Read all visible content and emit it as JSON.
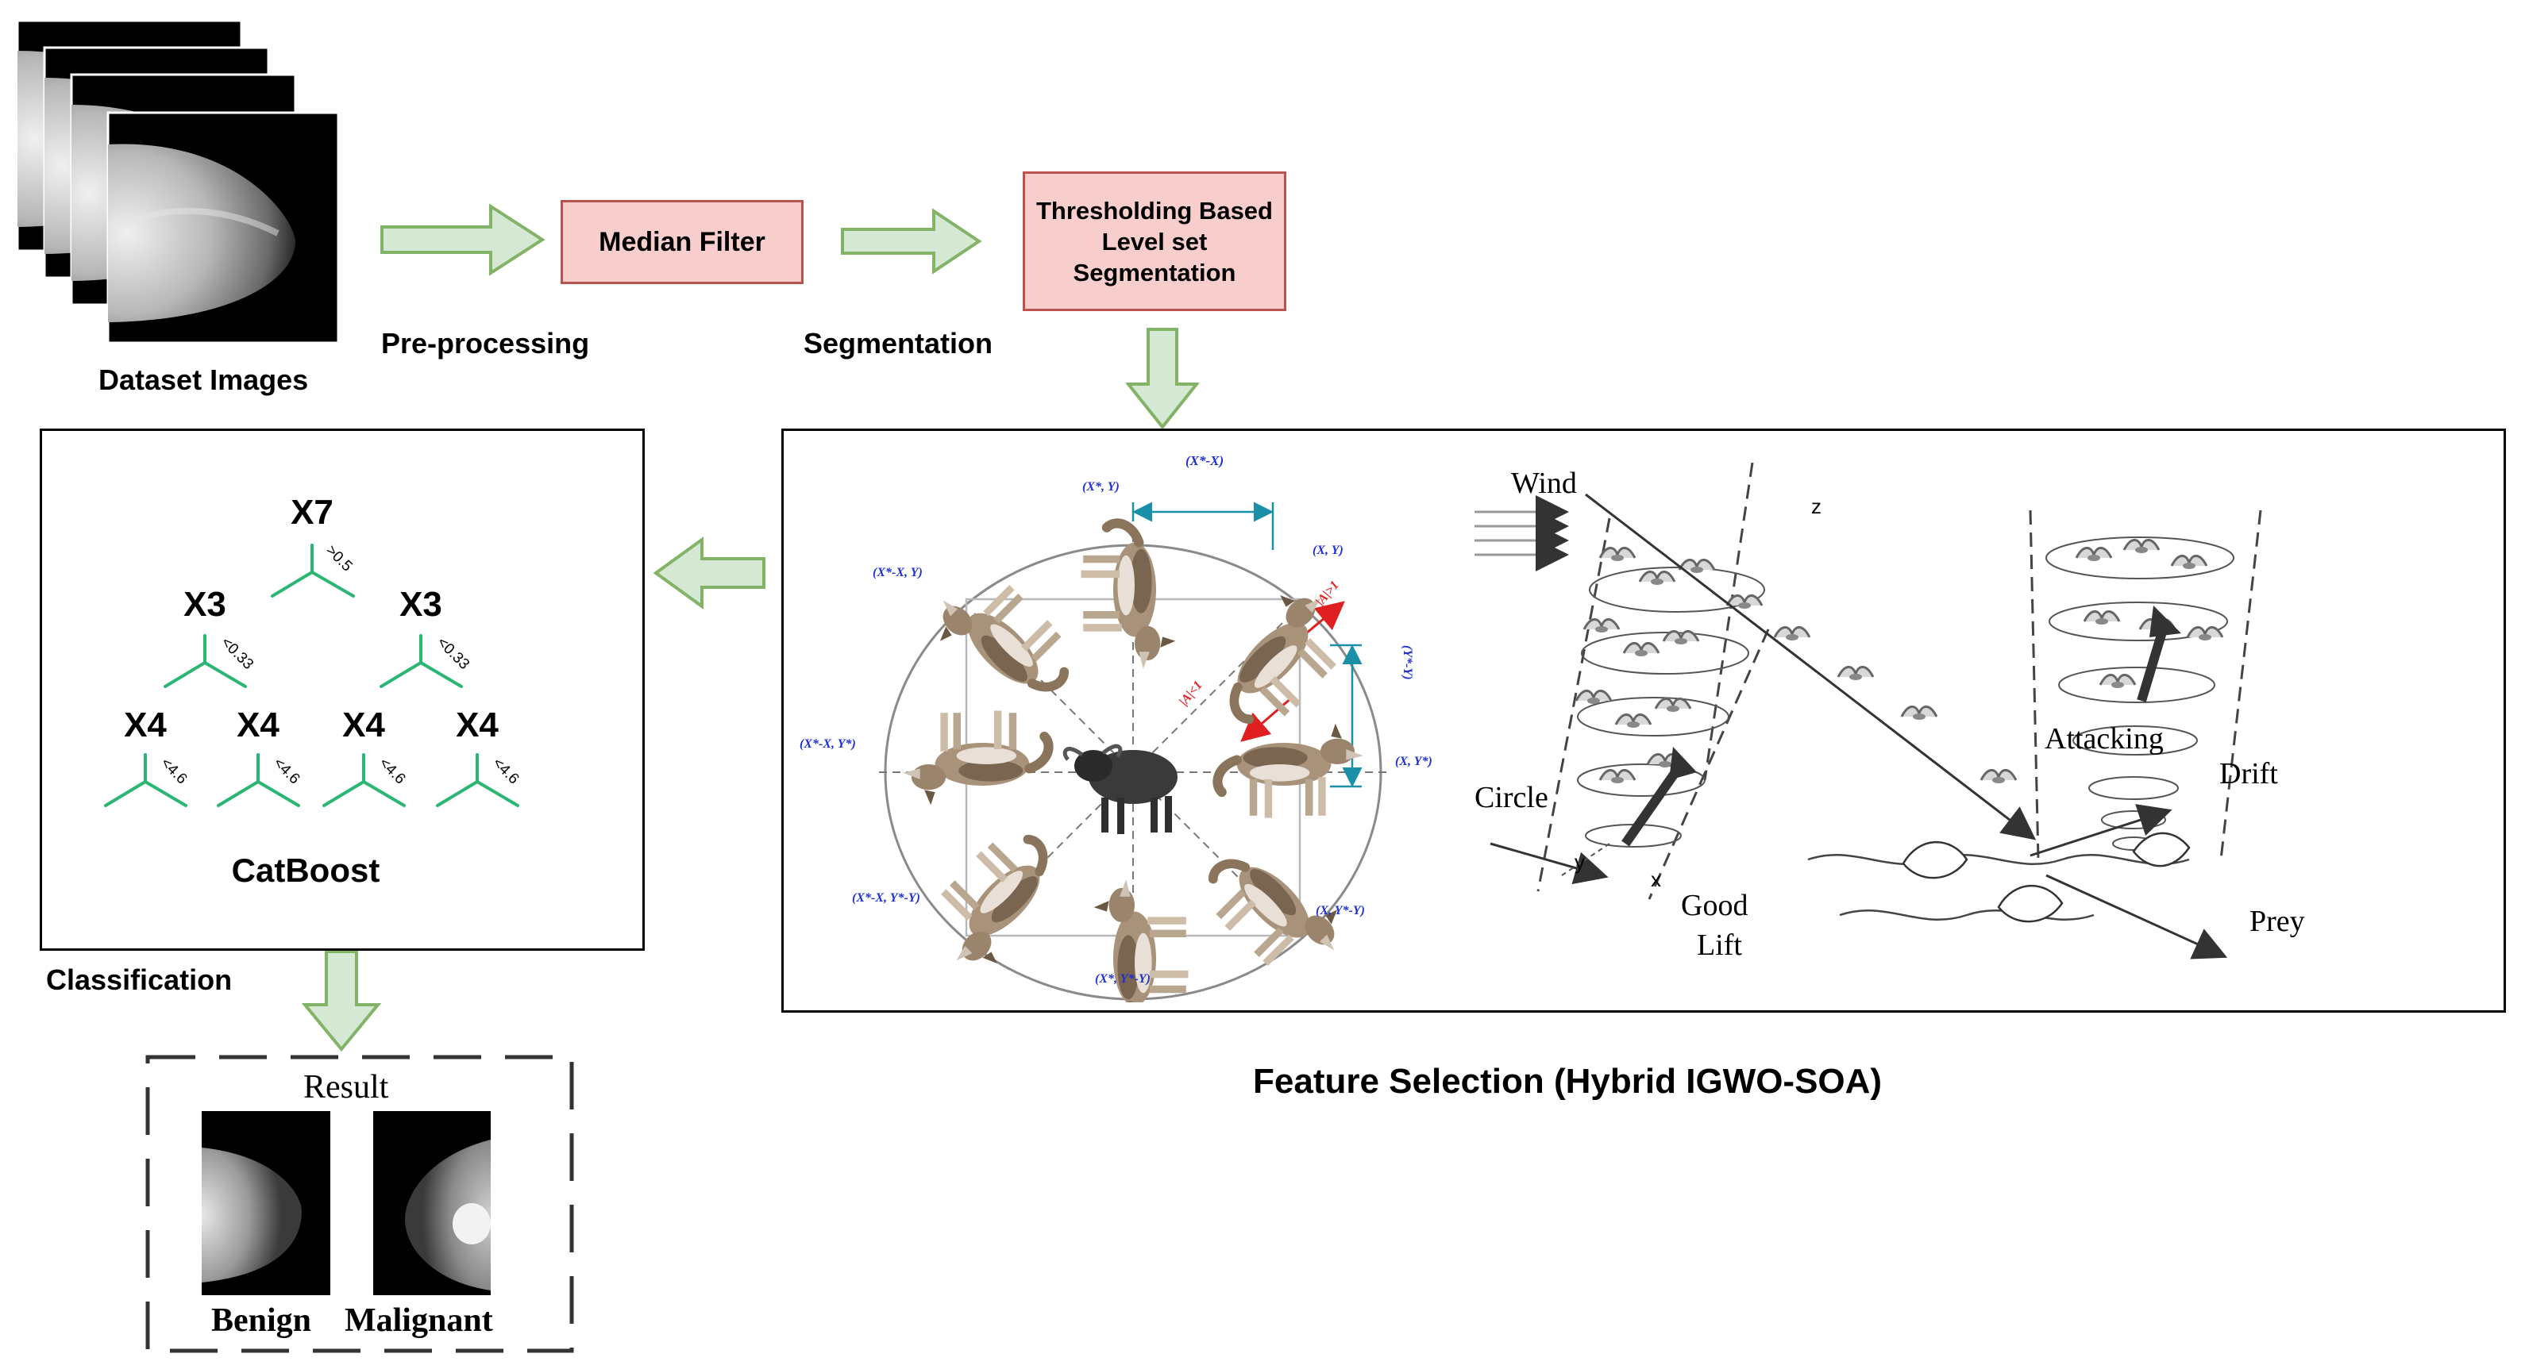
{
  "dataset": {
    "label": "Dataset Images"
  },
  "steps": {
    "preprocessing": {
      "box": "Median Filter",
      "label": "Pre-processing"
    },
    "segmentation": {
      "box_lines": [
        "Thresholding Based",
        "Level set",
        "Segmentation"
      ],
      "label": "Segmentation"
    },
    "feature_selection": {
      "label": "Feature Selection (Hybrid IGWO-SOA)"
    },
    "classification": {
      "label": "Classification"
    }
  },
  "catboost": {
    "title": "CatBoost",
    "nodes": [
      "X7",
      "X3",
      "X3",
      "X4",
      "X4",
      "X4",
      "X4"
    ],
    "thresholds": [
      ">0.5",
      "<0.33",
      "<0.33",
      "<4.6",
      "<4.6",
      "<4.6",
      "<4.6"
    ]
  },
  "gwo": {
    "coords": [
      "(X*-X)",
      "(X*, Y)",
      "(X, Y)",
      "(X*-X, Y)",
      "(Y*-Y)",
      "(X*-X, Y*)",
      "(X, Y*)",
      "(X*-X, Y*-Y)",
      "(X, Y*-Y)",
      "(X*, Y*-Y)"
    ],
    "conditions": [
      "|A|>1",
      "|A|<1"
    ]
  },
  "soa": {
    "labels": [
      "Wind",
      "z",
      "Attacking",
      "Drift",
      "Circle",
      "y",
      "x",
      "Good",
      "Lift",
      "Prey"
    ]
  },
  "result": {
    "title": "Result",
    "classes": [
      "Benign",
      "Malignant"
    ]
  },
  "colors": {
    "arrow_fill": "#d5e8d4",
    "arrow_stroke": "#82b366",
    "box_fill": "#f8cecc",
    "box_stroke": "#b85450",
    "tree_edge": "#2bb673",
    "coord_text": "#1f2fd0",
    "condition_red": "#e02020"
  }
}
